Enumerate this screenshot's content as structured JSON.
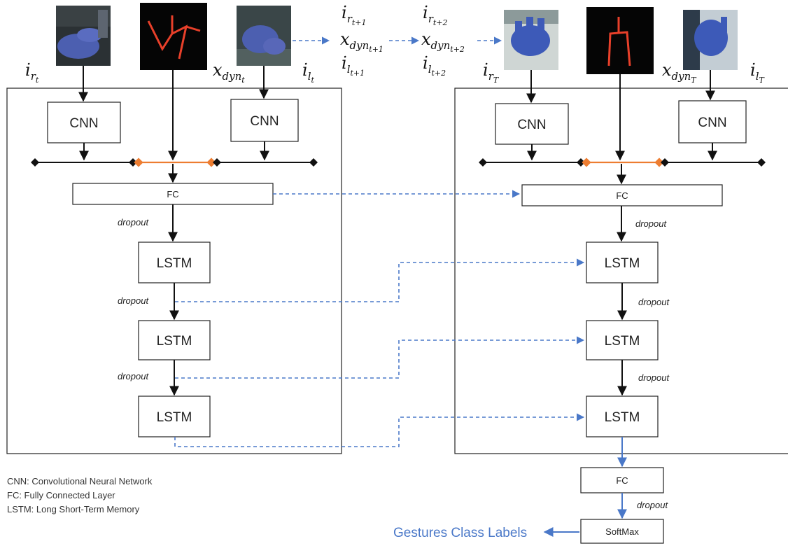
{
  "labels": {
    "cnn": "CNN",
    "fc": "FC",
    "lstm": "LSTM",
    "softmax": "SoftMax",
    "dropout": "dropout",
    "gestures": "Gestures Class Labels"
  },
  "legend": {
    "line1": "CNN: Convolutional Neural Network",
    "line2": "FC: Fully Connected Layer",
    "line3": "LSTM: Long Short-Term Memory"
  },
  "inputs": {
    "ir_t": {
      "base": "i",
      "sub": "r",
      "subsub": "t"
    },
    "xdyn_t": {
      "base": "x",
      "sub": "dyn",
      "subsub": "t"
    },
    "il_t": {
      "base": "i",
      "sub": "l",
      "subsub": "t"
    },
    "ir_t1": {
      "base": "i",
      "sub": "r",
      "subsub": "t+1"
    },
    "xdyn_t1": {
      "base": "x",
      "sub": "dyn",
      "subsub": "t+1"
    },
    "il_t1": {
      "base": "i",
      "sub": "l",
      "subsub": "t+1"
    },
    "ir_t2": {
      "base": "i",
      "sub": "r",
      "subsub": "t+2"
    },
    "xdyn_t2": {
      "base": "x",
      "sub": "dyn",
      "subsub": "t+2"
    },
    "il_t2": {
      "base": "i",
      "sub": "l",
      "subsub": "t+2"
    },
    "ir_T": {
      "base": "i",
      "sub": "r",
      "subsub": "T"
    },
    "xdyn_T": {
      "base": "x",
      "sub": "dyn",
      "subsub": "T"
    },
    "il_T": {
      "base": "i",
      "sub": "l",
      "subsub": "T"
    }
  },
  "colors": {
    "accent_blue": "#4a78c8",
    "accent_orange": "#ed7d31",
    "skeleton_red": "#e8402a",
    "glove_blue": "#4c5fb0"
  }
}
